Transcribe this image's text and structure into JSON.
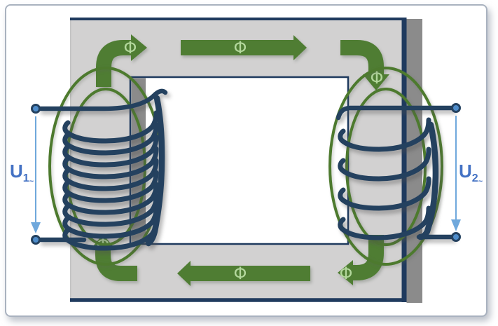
{
  "diagram": {
    "type": "transformer-core-flux-diagram",
    "labels": {
      "primary_voltage": {
        "base": "U",
        "sub": "1",
        "tilde": "~"
      },
      "secondary_voltage": {
        "base": "U",
        "sub": "2",
        "tilde": "~"
      },
      "flux": "Φ"
    },
    "colors": {
      "core_gray": "#d2d1d1",
      "core_shadow": "#8b8b8b",
      "outline_navy": "#1f3a5e",
      "coil_navy": "#24415f",
      "arrow_green": "#4f7d33",
      "field_green": "#4d7a2e",
      "flux_symbol_green": "#b3d79c",
      "terminal_blue": "#4e8cca",
      "dimension_blue": "#6fa8dc",
      "label_blue": "#4472c4",
      "frame_border": "#a9b2bf"
    }
  }
}
